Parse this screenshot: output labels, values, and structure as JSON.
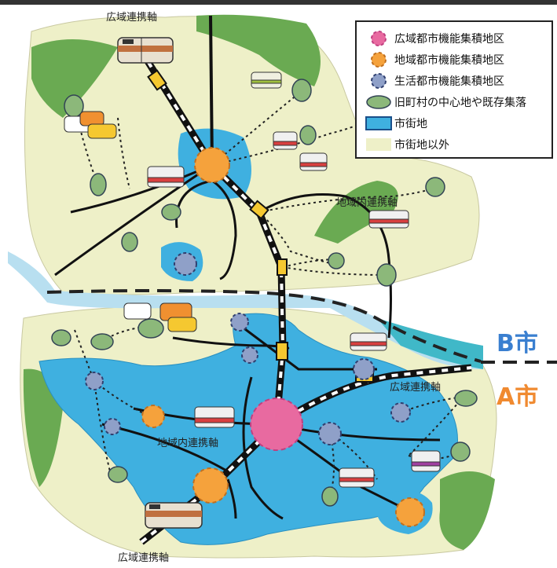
{
  "labels": {
    "wide_axis_top": "広域連携軸",
    "wide_axis_right": "広域連携軸",
    "wide_axis_bottom": "広域連携軸",
    "regional_axis_north": "地域内連携軸",
    "regional_axis_south": "地域内連携軸"
  },
  "cities": {
    "b": "B市",
    "a": "A市"
  },
  "legend": {
    "items": [
      {
        "label": "広域都市機能集積地区",
        "color": "#e86aa0",
        "icon": "pink-dashed-circle-icon"
      },
      {
        "label": "地域都市機能集積地区",
        "color": "#f5a23c",
        "icon": "orange-dashed-circle-icon"
      },
      {
        "label": "生活都市機能集積地区",
        "color": "#8fa0c8",
        "icon": "blue-dashed-circle-icon"
      },
      {
        "label": "旧町村の中心地や既存集落",
        "color": "#8cb87a",
        "icon": "green-ellipse-icon"
      },
      {
        "label": "市街地",
        "color": "#3fb0e0",
        "icon": "blue-rect-icon"
      },
      {
        "label": "市街地以外",
        "color": "#eef0c8",
        "icon": "cream-rect-icon"
      }
    ]
  },
  "colors": {
    "city_b": "#3a7fd0",
    "city_a": "#f08a30",
    "land": "#eef0c8",
    "urban": "#3fb0e0",
    "green": "#6aaa52",
    "river": "#b8dff0"
  }
}
